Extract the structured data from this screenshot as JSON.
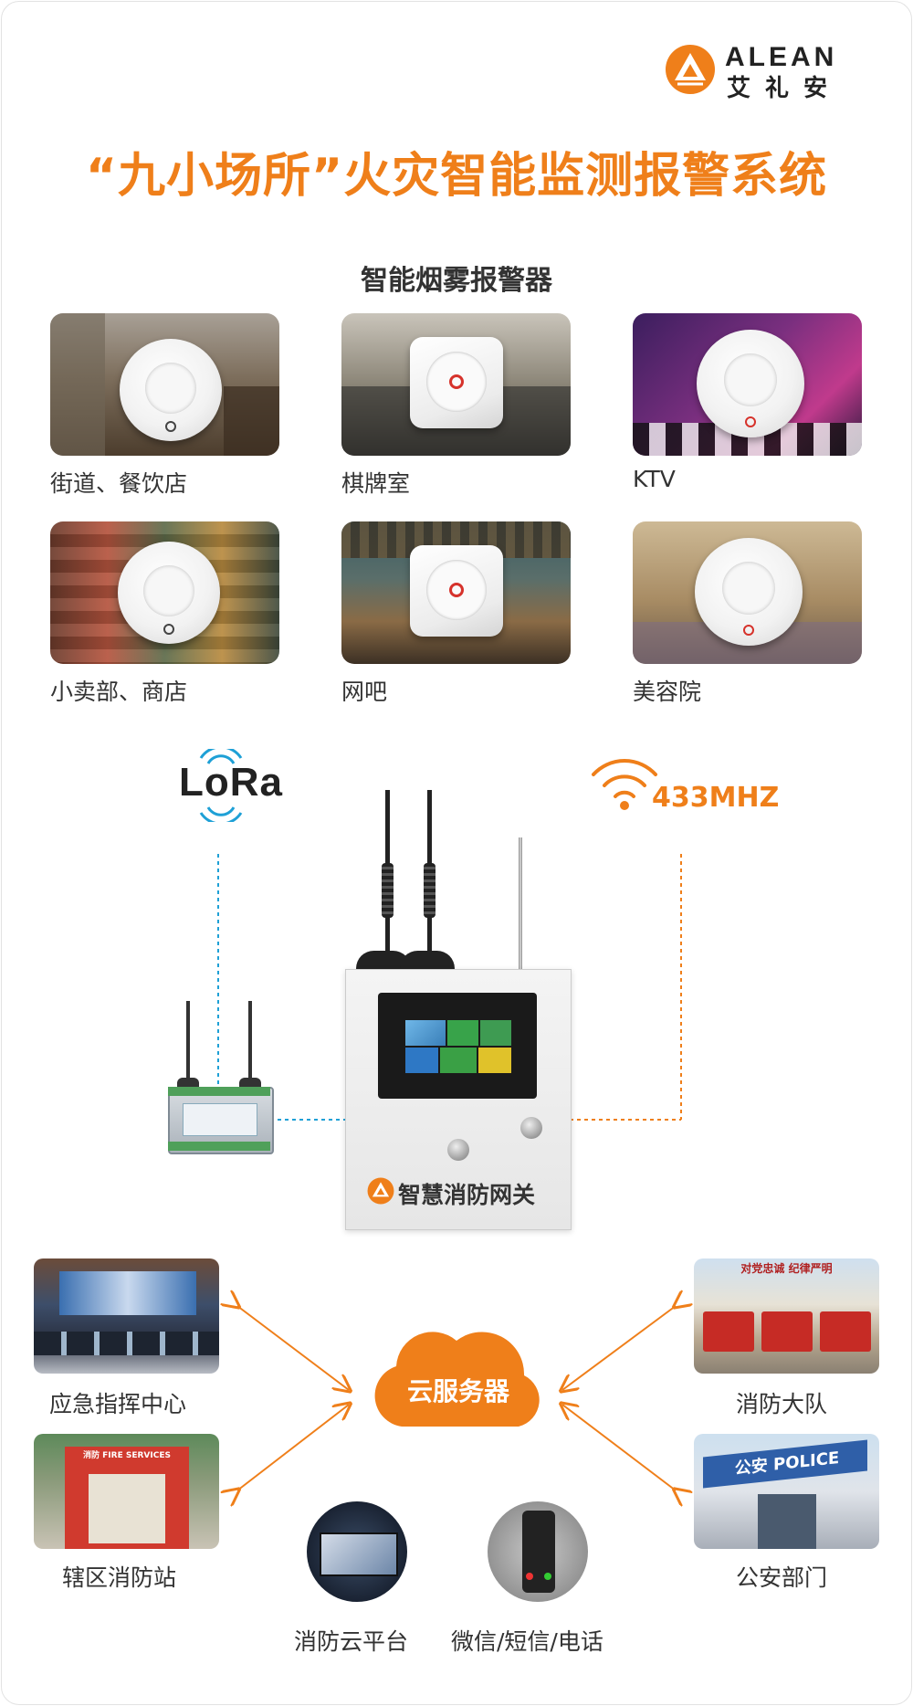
{
  "brand": {
    "name": "ALEAN",
    "cn_name": "艾礼安"
  },
  "title": "“九小场所”火灾智能监测报警系统",
  "subtitle": "智能烟雾报警器",
  "venues": [
    {
      "label": "街道、餐饮店"
    },
    {
      "label": "棋牌室"
    },
    {
      "label": "KTV"
    },
    {
      "label": "小卖部、商店"
    },
    {
      "label": "网吧"
    },
    {
      "label": "美容院"
    }
  ],
  "network": {
    "lora": "LoRa",
    "freq": "433MHZ"
  },
  "gateway": {
    "label": "智慧消防网关"
  },
  "cloud": {
    "label": "云服务器"
  },
  "endpoints": {
    "command_center": "应急指挥中心",
    "fire_brigade": "消防大队",
    "fire_station": "辖区消防站",
    "police": "公安部门",
    "cloud_platform": "消防云平台",
    "notify": "微信/短信/电话"
  },
  "photo_text": {
    "police_sign": "公安 POLICE",
    "banner": "对党忠诚 纪律严明",
    "station_sign": "消防 FIRE SERVICES"
  },
  "colors": {
    "accent": "#ef7f1a",
    "lora_blue": "#1ea0d6",
    "text": "#333333"
  }
}
